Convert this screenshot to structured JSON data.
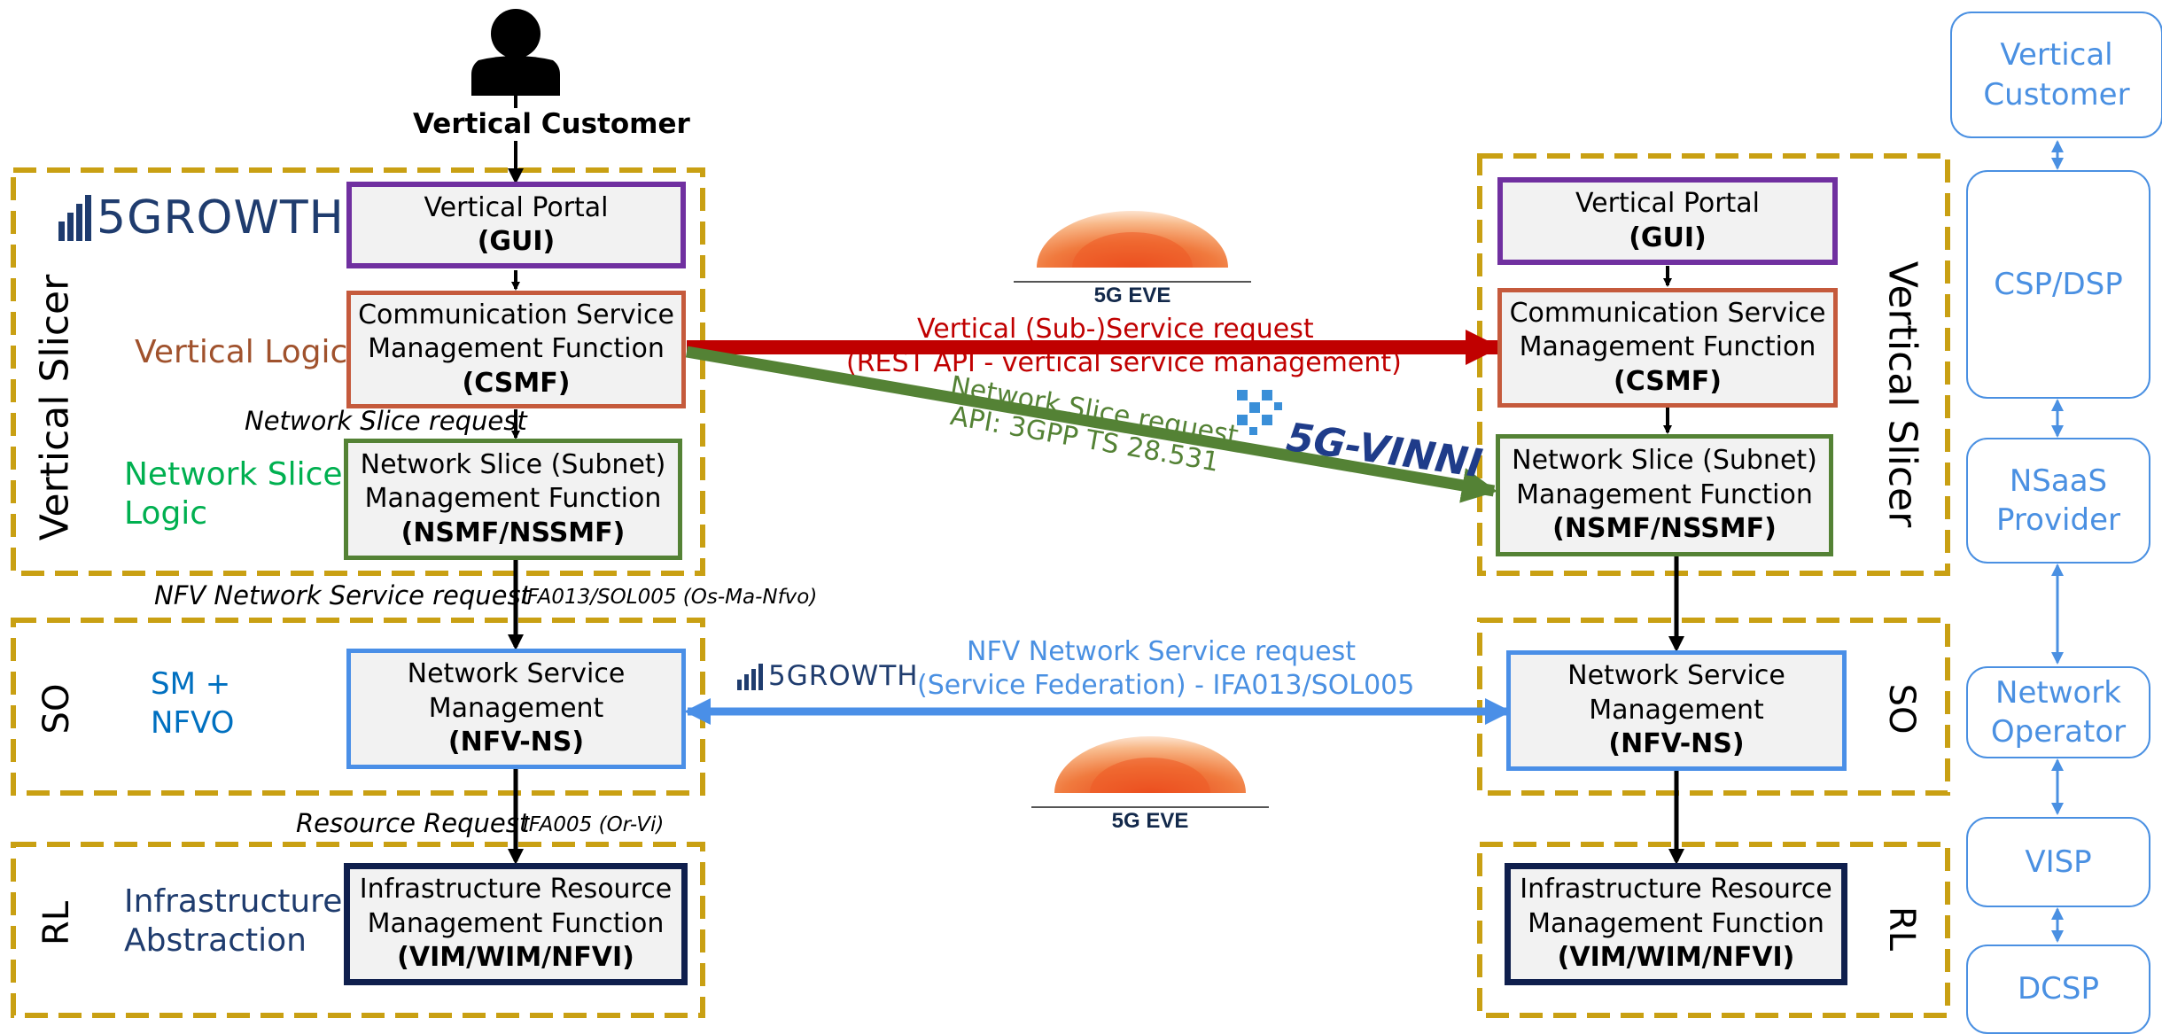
{
  "customer": {
    "label": "Vertical Customer"
  },
  "left": {
    "portal": {
      "line1": "Vertical Portal",
      "line2": "(GUI)"
    },
    "csmf": {
      "line1": "Communication Service",
      "line2": "Management Function",
      "line3": "(CSMF)"
    },
    "nsmf": {
      "line1": "Network Slice (Subnet)",
      "line2": "Management Function",
      "line3": "(NSMF/NSSMF)"
    },
    "nfvns": {
      "line1": "Network Service",
      "line2": "Management",
      "line3": "(NFV-NS)"
    },
    "vim": {
      "line1": "Infrastructure Resource",
      "line2": "Management Function",
      "line3": "(VIM/WIM/NFVI)"
    },
    "vertical_slicer": "Vertical Slicer",
    "so": "SO",
    "rl": "RL",
    "vertical_logic": "Vertical Logic",
    "ns_logic_1": "Network Slice",
    "ns_logic_2": "Logic",
    "sm_nfvo_1": "SM +",
    "sm_nfvo_2": "NFVO",
    "infra_1": "Infrastructure",
    "infra_2": "Abstraction",
    "ns_request": "Network Slice request",
    "nfv_request": "NFV Network Service request",
    "nfv_request_api": "IFA013/SOL005 (Os-Ma-Nfvo)",
    "resource_request": "Resource Request",
    "resource_request_api": "IFA005 (Or-Vi)"
  },
  "right": {
    "portal": {
      "line1": "Vertical Portal",
      "line2": "(GUI)"
    },
    "csmf": {
      "line1": "Communication Service",
      "line2": "Management Function",
      "line3": "(CSMF)"
    },
    "nsmf": {
      "line1": "Network Slice (Subnet)",
      "line2": "Management Function",
      "line3": "(NSMF/NSSMF)"
    },
    "nfvns": {
      "line1": "Network Service",
      "line2": "Management",
      "line3": "(NFV-NS)"
    },
    "vim": {
      "line1": "Infrastructure Resource",
      "line2": "Management Function",
      "line3": "(VIM/WIM/NFVI)"
    },
    "vertical_slicer": "Vertical Slicer",
    "so": "SO",
    "rl": "RL"
  },
  "middle": {
    "vertical_request_1": "Vertical (Sub-)Service request",
    "vertical_request_2": "(REST API - vertical service management)",
    "ns_request_1": "Network Slice request",
    "ns_request_2": "API:  3GPP TS 28.531",
    "nfv_fed_1": "NFV Network Service request",
    "nfv_fed_2": "(Service Federation) - IFA013/SOL005"
  },
  "logos": {
    "fivegrowth": "5GROWTH",
    "fivegeve": "5G EVE",
    "fivegvinni": "5G-VINNI"
  },
  "roles": [
    "Vertical Customer",
    "CSP/DSP",
    "NSaaS Provider",
    "Network Operator",
    "VISP",
    "DCSP"
  ],
  "colors": {
    "dashed_border": "#c9a013",
    "purple": "#7030a0",
    "orange": "#c55a3c",
    "green": "#548235",
    "blue": "#4a8fe7",
    "navy": "#0f1f4d",
    "red_arrow": "#c00000",
    "role_blue": "#4a90e2",
    "vertical_logic_text": "#a0522d",
    "ns_logic_text": "#00b050",
    "sm_nfvo_text": "#0070c0",
    "infra_text": "#1f3c6e"
  }
}
